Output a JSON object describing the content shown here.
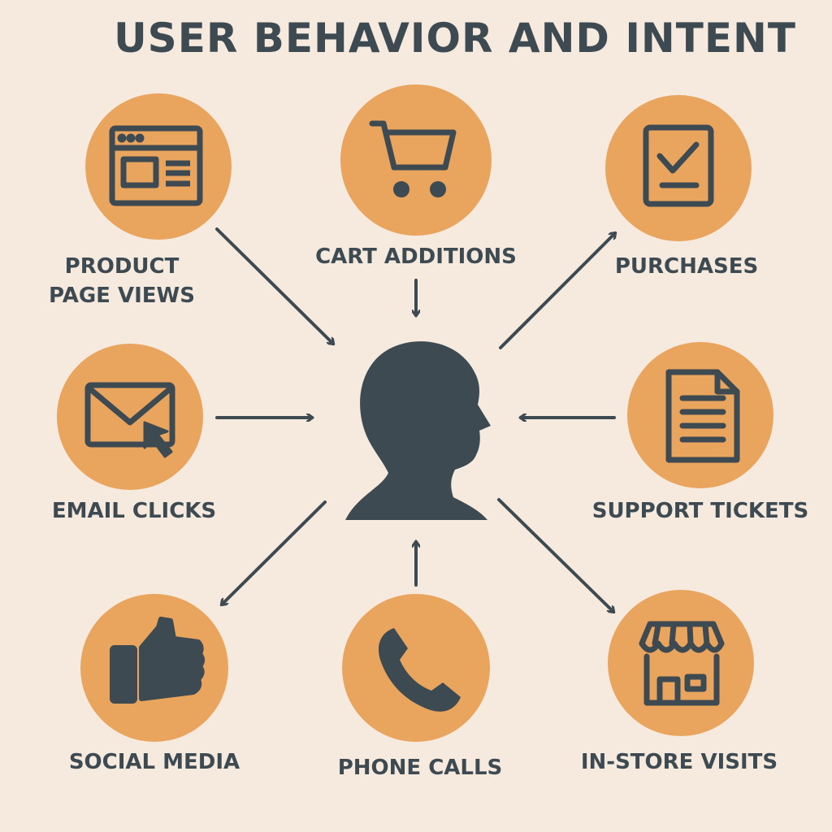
{
  "title": "USER BEHAVIOR AND INTENT",
  "colors": {
    "background": "#f6eadf",
    "circle": "#e9a45d",
    "ink": "#3e4a52"
  },
  "center": {
    "icon": "user-head-silhouette-icon"
  },
  "nodes": [
    {
      "label": "PRODUCT\nPAGE VIEWS",
      "icon": "browser-window-icon",
      "flow": "in"
    },
    {
      "label": "CART ADDITIONS",
      "icon": "shopping-cart-icon",
      "flow": "in"
    },
    {
      "label": "PURCHASES",
      "icon": "checklist-icon",
      "flow": "out"
    },
    {
      "label": "EMAIL CLICKS",
      "icon": "email-click-icon",
      "flow": "in"
    },
    {
      "label": "SUPPORT TICKETS",
      "icon": "document-icon",
      "flow": "in"
    },
    {
      "label": "SOCIAL MEDIA",
      "icon": "thumbs-up-icon",
      "flow": "out"
    },
    {
      "label": "PHONE CALLS",
      "icon": "phone-icon",
      "flow": "in"
    },
    {
      "label": "IN-STORE VISITS",
      "icon": "storefront-icon",
      "flow": "out"
    }
  ]
}
